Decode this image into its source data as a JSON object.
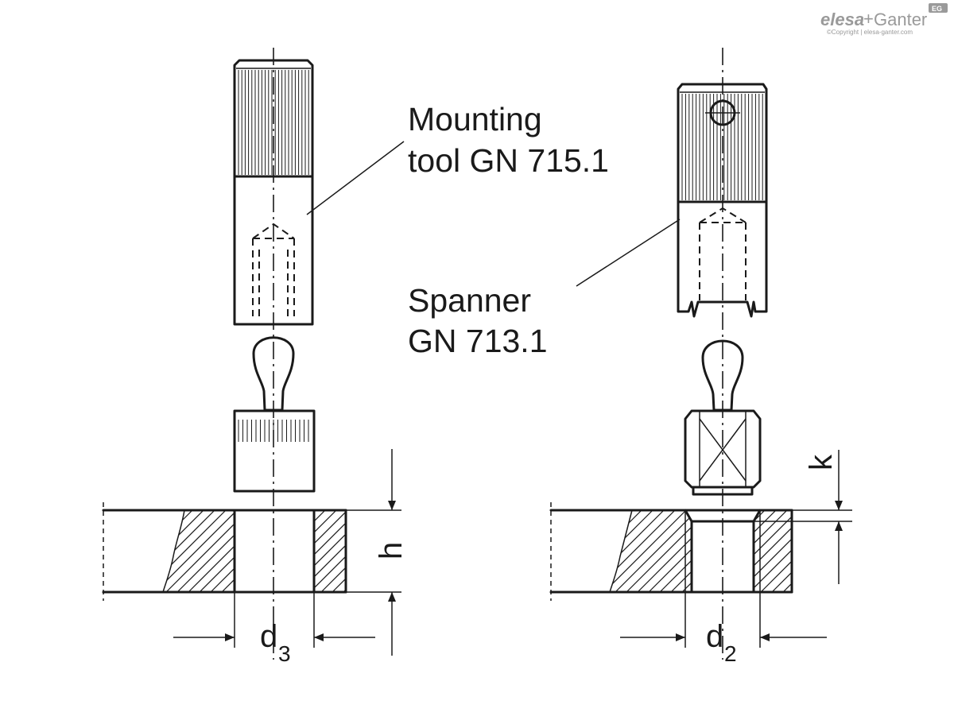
{
  "labels": {
    "mounting_tool_line1": "Mounting",
    "mounting_tool_line2": "tool GN 715.1",
    "spanner_line1": "Spanner",
    "spanner_line2": "GN 713.1"
  },
  "dimensions": {
    "h": "h",
    "k": "k",
    "d3_letter": "d",
    "d3_sub": "3",
    "d2_letter": "d",
    "d2_sub": "2"
  },
  "logo": {
    "brand_a": "elesa",
    "plus": "+",
    "brand_b": "Ganter",
    "badge": "EG",
    "copyright": "©Copyright | elesa-ganter.com"
  },
  "colors": {
    "line": "#1a1a1a",
    "logo": "#9a9a9a"
  }
}
